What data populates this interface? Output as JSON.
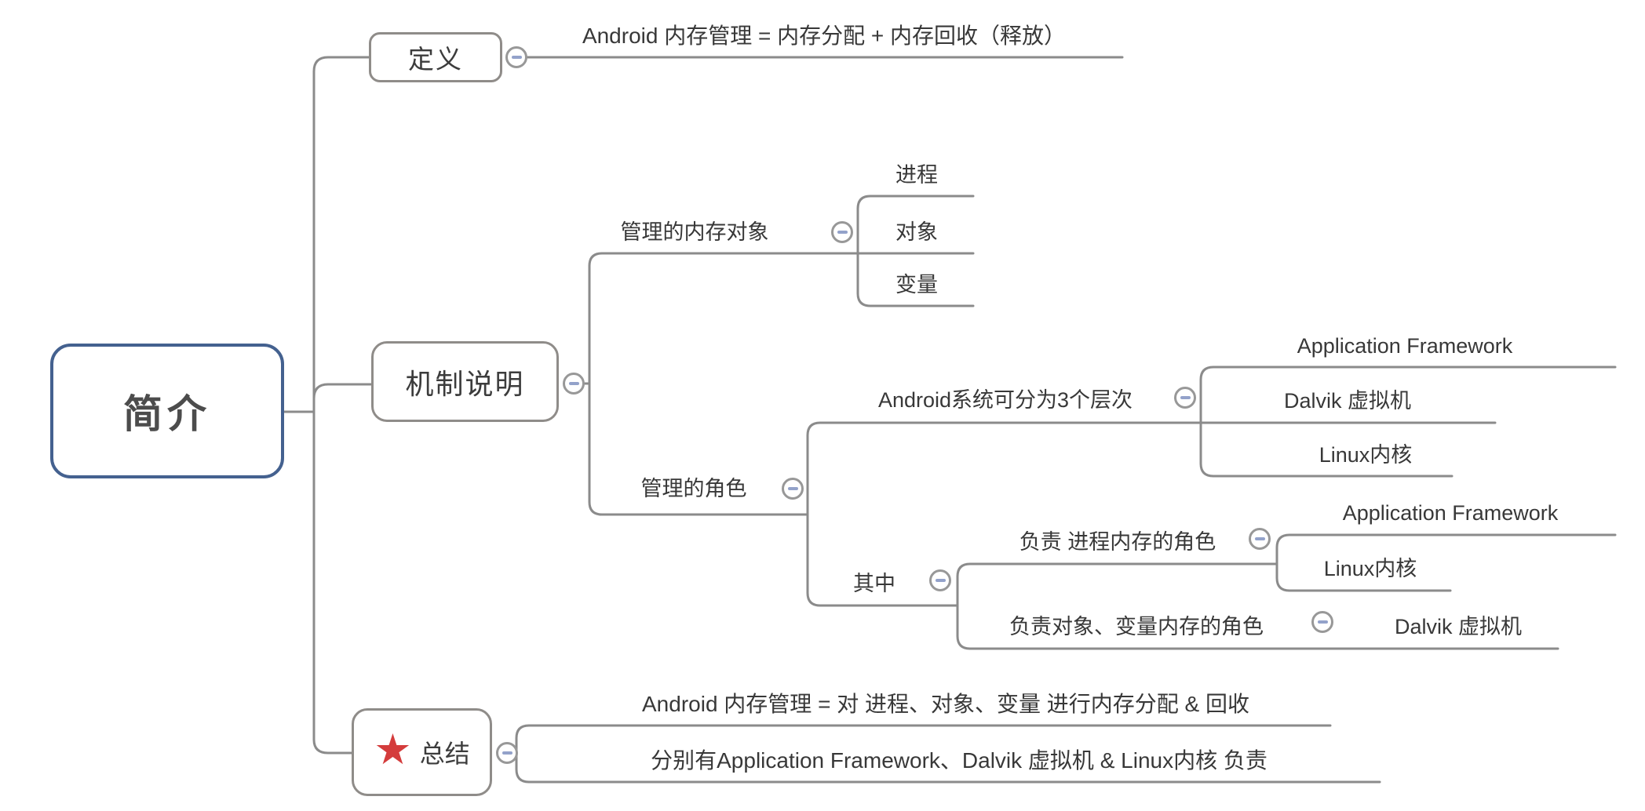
{
  "root": {
    "label": "简介"
  },
  "branches": {
    "definition": {
      "label": "定义",
      "child": "Android 内存管理 = 内存分配 + 内存回收（释放）"
    },
    "mechanism": {
      "label": "机制说明",
      "memory_objects": {
        "label": "管理的内存对象",
        "children": [
          "进程",
          "对象",
          "变量"
        ]
      },
      "roles": {
        "label": "管理的角色",
        "levels": {
          "label": "Android系统可分为3个层次",
          "children": [
            "Application Framework",
            "Dalvik 虚拟机",
            "Linux内核"
          ]
        },
        "among": {
          "label": "其中",
          "process_role": {
            "label": "负责 进程内存的角色",
            "children": [
              "Application Framework",
              "Linux内核"
            ]
          },
          "object_role": {
            "label": "负责对象、变量内存的角色",
            "child": "Dalvik 虚拟机"
          }
        }
      }
    },
    "summary": {
      "label": "总结",
      "children": [
        "Android 内存管理 = 对 进程、对象、变量 进行内存分配 & 回收",
        "分别有Application Framework、Dalvik 虚拟机 & Linux内核 负责"
      ]
    }
  },
  "icons": {
    "star": "★"
  },
  "colors": {
    "line": "#8b8b8b",
    "root_border": "#44618f",
    "box_border": "#8f8c89",
    "text": "#383838",
    "collapse_bar": "#93a2ca",
    "star": "#d43c3c"
  }
}
